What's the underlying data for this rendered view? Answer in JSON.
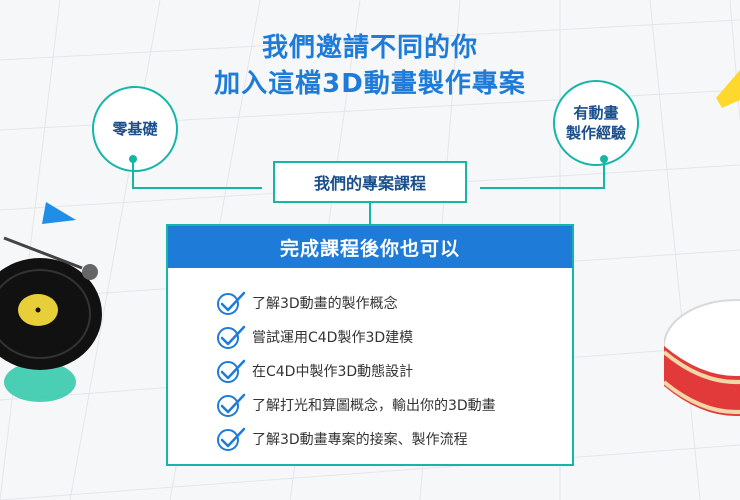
{
  "headline": {
    "line1": "我們邀請不同的你",
    "line2": "加入這檔3D動畫製作專案"
  },
  "circles": {
    "left": "零基礎",
    "right_line1": "有動畫",
    "right_line2": "製作經驗"
  },
  "course_box": "我們的專案課程",
  "panel": {
    "title": "完成課程後你也可以",
    "items": [
      "了解3D動畫的製作概念",
      "嘗試運用C4D製作3D建模",
      "在C4D中製作3D動態設計",
      "了解打光和算圖概念，輸出你的3D動畫",
      "了解3D動畫專案的接案、製作流程"
    ]
  },
  "colors": {
    "headline": "#1f7bd8",
    "accent_teal": "#15b6a8",
    "header_blue": "#1f7bd8",
    "text_navy": "#1a4f8b"
  }
}
